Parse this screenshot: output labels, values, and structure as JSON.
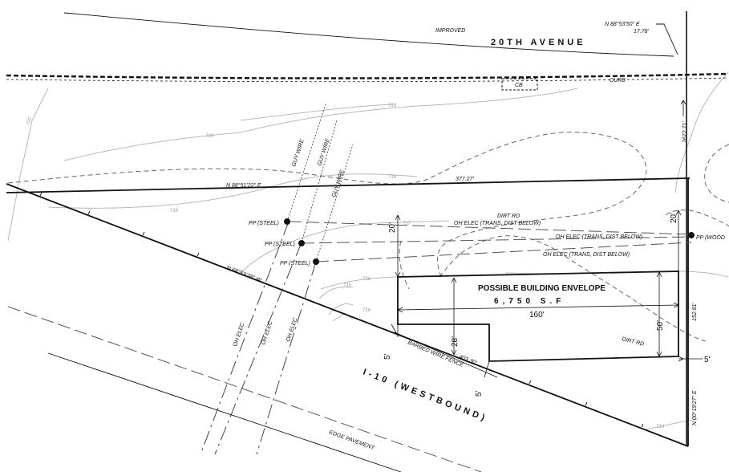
{
  "road_top": {
    "name": "20TH AVENUE",
    "surface_note": "IMPROVED",
    "curb_label": "CURB",
    "cb_label": "CB",
    "bearing": "N 88°53'50\" E",
    "distance": "17.78'"
  },
  "property": {
    "north_bearing": "N 88°51'22\" E",
    "north_distance": "377.27'",
    "east_bearing": "N 00°19'27\" E",
    "east_distance": "152.81'",
    "sw_bearing": "N 68°53'28\" W",
    "south_distance": "403.30'",
    "far_east_distance": "2672.71'"
  },
  "building": {
    "title": "POSSIBLE BUILDING ENVELOPE",
    "area": "6,750 S.F",
    "width": "160'",
    "depth_east": "50'",
    "depth_west": "28'"
  },
  "setbacks": {
    "north_west": "20'",
    "north_east": "20'",
    "south": "5'",
    "south_bottom": "5'",
    "east": "5'"
  },
  "utilities": {
    "pole_1": "PP (STEEL)",
    "pole_2": "PP (STEEL)",
    "pole_3": "PP (STEEL)",
    "pole_east": "PP (WOOD",
    "oh_line_1": "OH ELEC (TRANS, DIST BELOW)",
    "oh_line_2": "OH ELEC (TRANS, DIST BELOW)",
    "oh_line_3": "OH ELEC (TRANS, DIST BELOW)",
    "guy_1": "GUY WIRE",
    "guy_2": "GUY WIRE",
    "guy_3": "GUY WIRE",
    "oh_vert_1": "OH ELEC",
    "oh_vert_2": "OH ELEC",
    "oh_vert_3": "OH ELEC"
  },
  "misc": {
    "dirt_rd_1": "DIRT RD",
    "dirt_rd_2": "DIRT RD",
    "fence": "BARBED WIRE FENCE",
    "highway": "I-10 (WESTBOUND)",
    "edge_pavement": "EDGE PAVEMENT"
  },
  "contours": {
    "c719": "719",
    "c718a": "718",
    "c718b": "718",
    "c718c": "718",
    "c720": "720",
    "c717": "717",
    "c716a": "716",
    "c716b": "716",
    "c715": "715",
    "c716c": "716"
  }
}
